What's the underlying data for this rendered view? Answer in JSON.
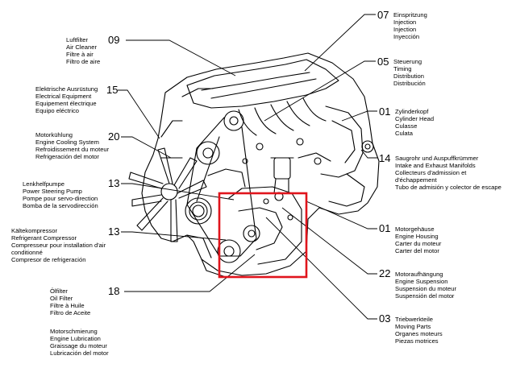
{
  "colors": {
    "ink": "#000000",
    "highlight": "#e0141c",
    "background": "#ffffff"
  },
  "callouts": [
    {
      "key": "injection",
      "number": "07",
      "lines": [
        "Einspritzung",
        "Injection",
        "Injection",
        "Inyección"
      ]
    },
    {
      "key": "air-cleaner",
      "number": "09",
      "lines": [
        "Luftfilter",
        "Air Cleaner",
        "Filtre à air",
        "Filtro de aire"
      ]
    },
    {
      "key": "timing",
      "number": "05",
      "lines": [
        "Steuerung",
        "Timing",
        "Distribution",
        "Distribución"
      ]
    },
    {
      "key": "electrical",
      "number": "15",
      "lines": [
        "Elektrische Ausrüstung",
        "Electrical Equipment",
        "Equipement électrique",
        "Equipo eléctrico"
      ]
    },
    {
      "key": "cylinder-head",
      "number": "01",
      "lines": [
        "Zylinderkopf",
        "Cylinder Head",
        "Culasse",
        "Culata"
      ]
    },
    {
      "key": "cooling",
      "number": "20",
      "lines": [
        "Motorkühlung",
        "Engine Cooling System",
        "Refroidissement du moteur",
        "Refrigeración del motor"
      ]
    },
    {
      "key": "manifolds",
      "number": "14",
      "lines": [
        "Saugrohr und Auspuffkrümmer",
        "Intake and Exhaust Manifolds",
        "Collecteurs d'admission et",
        "d'échappement",
        "Tubo de admisión y colector de escape"
      ]
    },
    {
      "key": "power-steering",
      "number": "13",
      "lines": [
        "Lenkhelfpumpe",
        "Power Steering Pump",
        "Pompe pour servo-direction",
        "Bomba de la servodirección"
      ]
    },
    {
      "key": "refrigerant",
      "number": "13",
      "lines": [
        "Kältekompressor",
        "Refrigerant Compressor",
        "Compresseur pour installation d'air",
        "conditionné",
        "Compresor de refrigeración"
      ]
    },
    {
      "key": "engine-housing",
      "number": "01",
      "lines": [
        "Motorgehäuse",
        "Engine Housing",
        "Carter du moteur",
        "Carter del motor"
      ]
    },
    {
      "key": "engine-suspension",
      "number": "22",
      "lines": [
        "Motoraufhängung",
        "Engine Suspension",
        "Suspension du moteur",
        "Suspensión del motor"
      ]
    },
    {
      "key": "oil-filter",
      "number": "18",
      "lines": [
        "Ölfilter",
        "Oil Filter",
        "Filtre à Huile",
        "Filtro de Aceite"
      ]
    },
    {
      "key": "moving-parts",
      "number": "03",
      "lines": [
        "Triebwerkteile",
        "Moving Parts",
        "Organes moteurs",
        "Piezas motrices"
      ]
    },
    {
      "key": "lubrication",
      "number": "",
      "lines": [
        "Motorschmierung",
        "Engine Lubrication",
        "Graissage du moteur",
        "Lubricación del motor"
      ]
    }
  ]
}
